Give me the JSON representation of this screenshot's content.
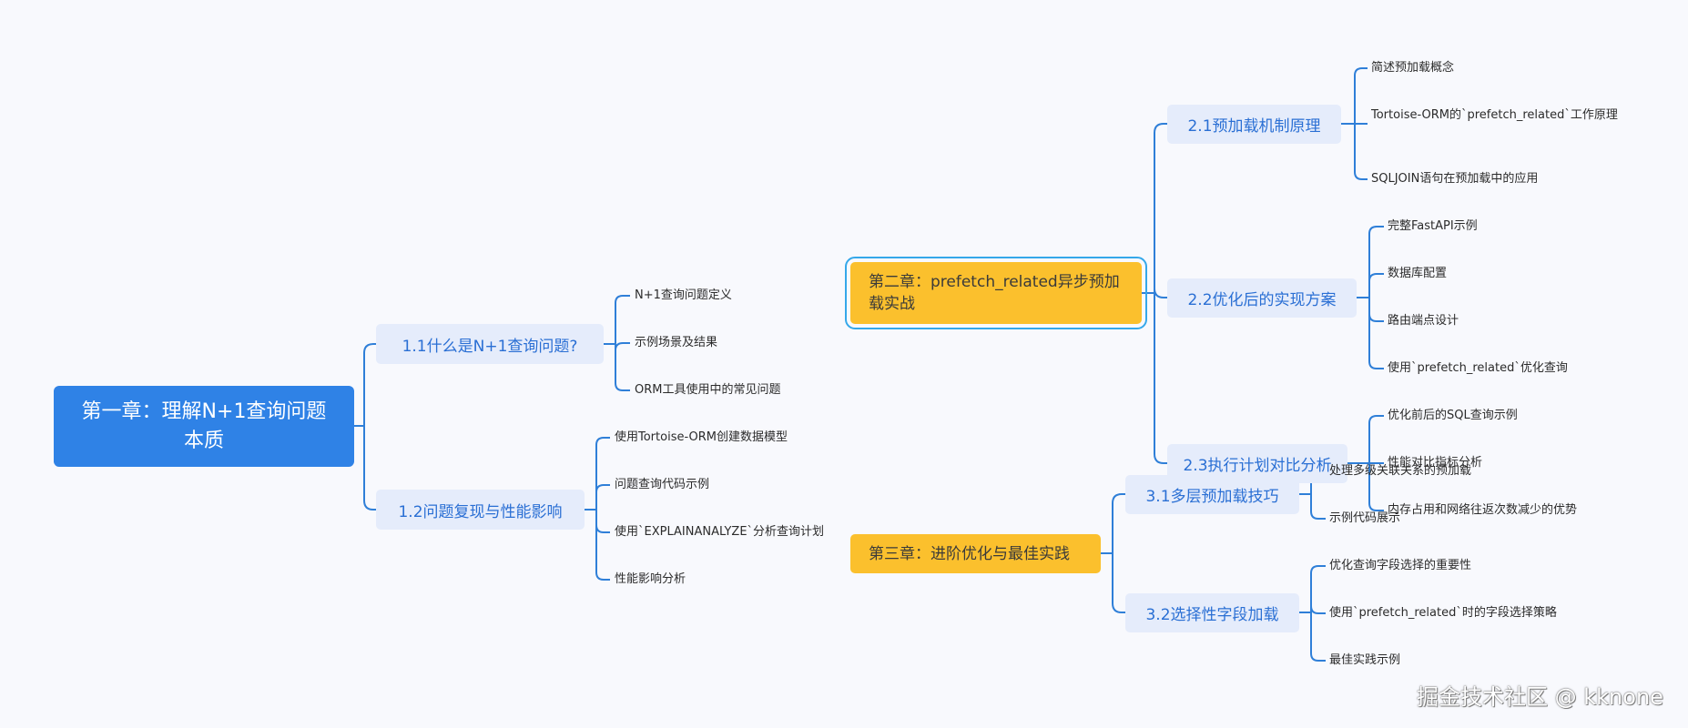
{
  "mindmap": {
    "root": {
      "label": "第一章：理解N+1查询问题本质"
    },
    "chapter1": {
      "s11": {
        "label": "1.1什么是N+1查询问题?",
        "leaves": [
          "N+1查询问题定义",
          "示例场景及结果",
          "ORM工具使用中的常见问题"
        ]
      },
      "s12": {
        "label": "1.2问题复现与性能影响",
        "leaves": [
          "使用Tortoise-ORM创建数据模型",
          "问题查询代码示例",
          "使用`EXPLAINANALYZE`分析查询计划",
          "性能影响分析"
        ]
      }
    },
    "chapter2": {
      "label": "第二章：prefetch_related异步预加载实战",
      "s21": {
        "label": "2.1预加载机制原理",
        "leaves": [
          "简述预加载概念",
          "Tortoise-ORM的`prefetch_related`工作原理",
          "SQLJOIN语句在预加载中的应用"
        ]
      },
      "s22": {
        "label": "2.2优化后的实现方案",
        "leaves": [
          "完整FastAPI示例",
          "数据库配置",
          "路由端点设计",
          "使用`prefetch_related`优化查询"
        ]
      },
      "s23": {
        "label": "2.3执行计划对比分析",
        "leaves": [
          "优化前后的SQL查询示例",
          "性能对比指标分析",
          "内存占用和网络往返次数减少的优势"
        ]
      }
    },
    "chapter3": {
      "label": "第三章：进阶优化与最佳实践",
      "s31": {
        "label": "3.1多层预加载技巧",
        "leaves": [
          "处理多级关联关系的预加载",
          "示例代码展示"
        ]
      },
      "s32": {
        "label": "3.2选择性字段加载",
        "leaves": [
          "优化查询字段选择的重要性",
          "使用`prefetch_related`时的字段选择策略",
          "最佳实践示例"
        ]
      }
    }
  },
  "colors": {
    "root": "#2f82e6",
    "chapter": "#fbc02d",
    "sub_bg": "#e5ecfb",
    "sub_text": "#2a6fd4",
    "line": "#2f7fd8",
    "selection": "#35a8ea"
  },
  "watermark": "掘金技术社区 @ kknone"
}
